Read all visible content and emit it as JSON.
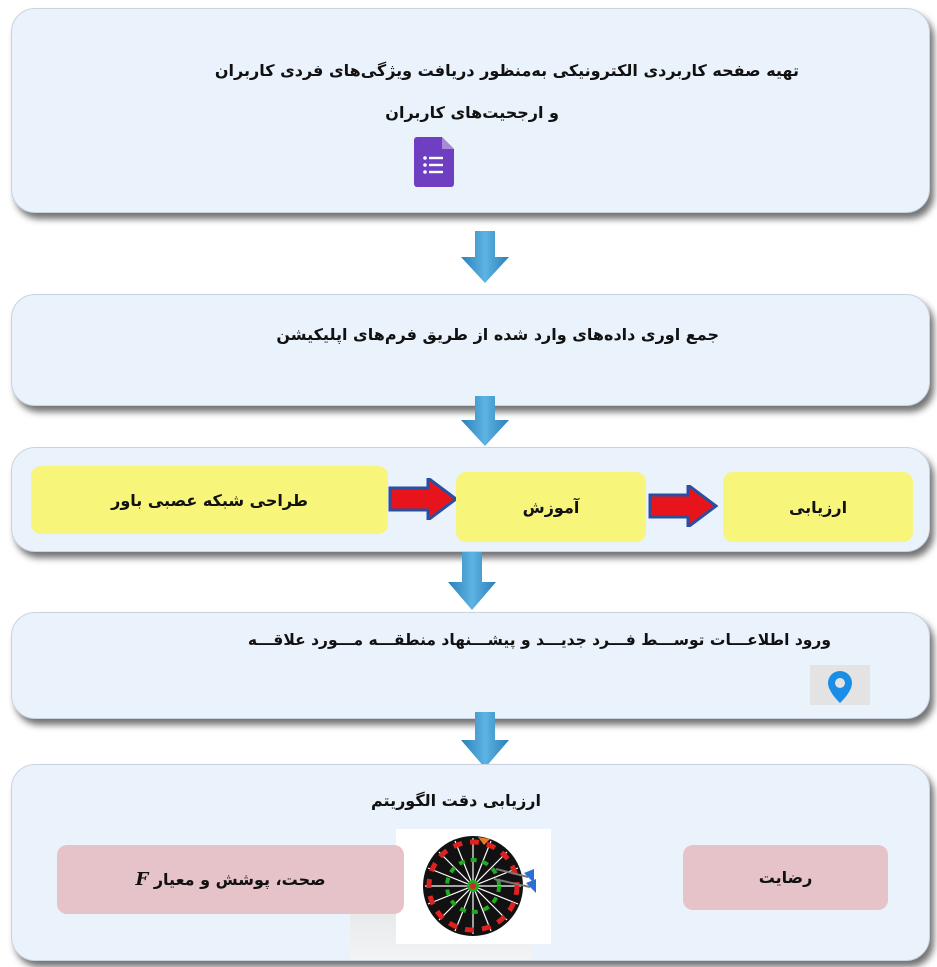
{
  "step1": {
    "line1": "تهیه صفحه کاربردی الکترونیکی به‌منظور دریافت ویژگی‌های فردی کاربران",
    "line2": "و ارجحیت‌های کاربران",
    "icon": "google-forms-icon"
  },
  "step2": {
    "text": "جمع اوری داده‌های وارد شده از طریق فرم‌های اپلیکیشن"
  },
  "step3": {
    "items": [
      "طراحی شبکه عصبی باور",
      "آموزش",
      "ارزیابی"
    ]
  },
  "step4": {
    "text": "ورود اطلاعـــات توســـط فـــرد جدیـــد و پیشـــنهاد منطقـــه مـــورد علاقـــه",
    "icon": "location-pin-icon"
  },
  "step5": {
    "title": "ارزیابی دقت الگوریتم",
    "left": "صحت، پوشش و معیار",
    "left_italic": "F",
    "right": "رضایت",
    "icon": "dartboard-icon"
  },
  "colors": {
    "box": "#eaf2fc",
    "arrow": "#3a8fc6",
    "yellow": "#f7f57a",
    "pink": "#e6c3c8",
    "red_arrow": "#e8141c",
    "forms_purple": "#6e3fc0",
    "pin_blue": "#1a8ee6"
  }
}
